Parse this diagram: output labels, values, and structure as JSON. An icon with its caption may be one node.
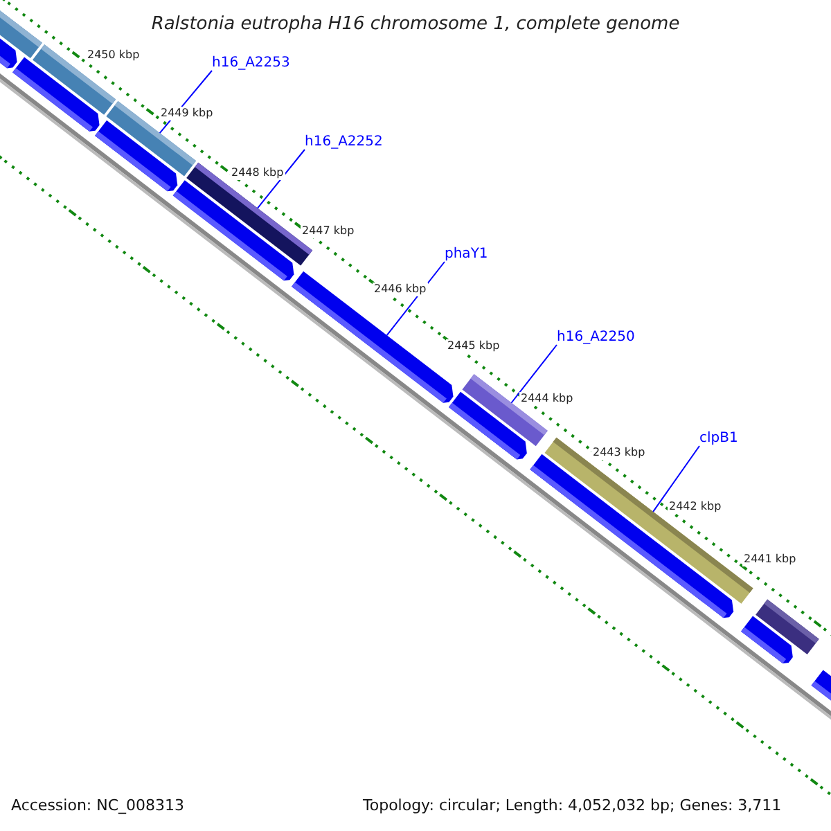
{
  "diagram": {
    "title": "Ralstonia eutropha H16 chromosome 1, complete genome",
    "nodes": [
      {
        "text": [
          "h16_A2253"
        ]
      },
      {
        "text": [
          "h16_A2252"
        ]
      },
      {
        "text": [
          "phaY1"
        ]
      },
      {
        "text": [
          "h16_A2250"
        ]
      },
      {
        "text": [
          "clpB1"
        ]
      },
      {
        "text": [],
        "shape": "bar"
      },
      {
        "text": [],
        "shape": "arrow"
      },
      {
        "text": [],
        "shape": "bar"
      },
      {
        "text": [],
        "shape": "arrow"
      },
      {
        "text": [],
        "shape": "bar"
      },
      {
        "text": [],
        "shape": "arrow"
      },
      {
        "text": [],
        "shape": "bar"
      },
      {
        "text": [],
        "shape": "arrow"
      },
      {
        "text": [],
        "shape": "arrow"
      },
      {
        "text": [],
        "shape": "bar"
      },
      {
        "text": [],
        "shape": "arrow"
      },
      {
        "text": [],
        "shape": "bar"
      },
      {
        "text": [],
        "shape": "arrow"
      },
      {
        "text": [],
        "shape": "bar"
      },
      {
        "text": [],
        "shape": "arrow"
      },
      {
        "text": [],
        "shape": "arrow"
      }
    ],
    "edges": [
      {
        "from": 0,
        "to": 9,
        "arrow": "none"
      },
      {
        "from": 1,
        "to": 11,
        "arrow": "none"
      },
      {
        "from": 2,
        "to": 13,
        "arrow": "none"
      },
      {
        "from": 3,
        "to": 14,
        "arrow": "none"
      },
      {
        "from": 4,
        "to": 16,
        "arrow": "none"
      }
    ],
    "labels": [
      "2450 kbp",
      "2449 kbp",
      "2448 kbp",
      "2447 kbp",
      "2446 kbp",
      "2445 kbp",
      "2444 kbp",
      "2443 kbp",
      "2442 kbp",
      "2441 kbp",
      "Accession: NC_008313",
      "Topology: circular; Length: 4,052,032 bp; Genes: 3,711"
    ]
  }
}
